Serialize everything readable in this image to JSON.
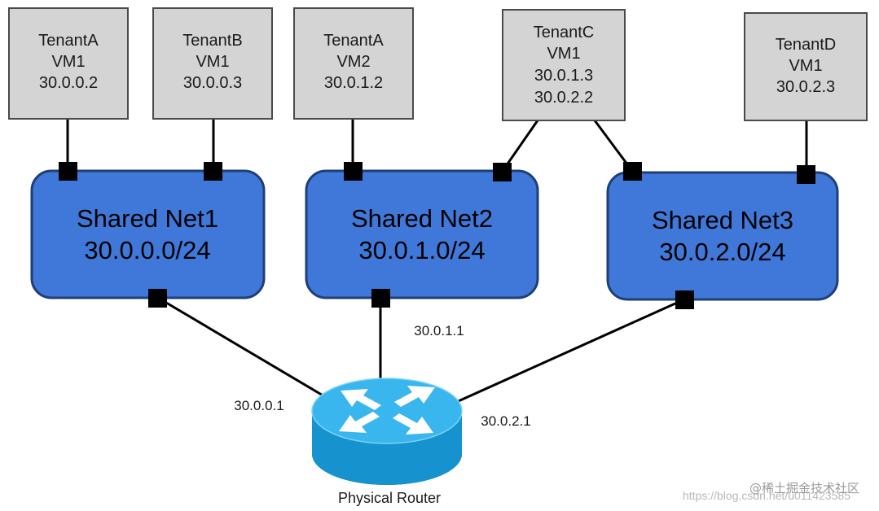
{
  "colors": {
    "vm_fill": "#d4d4d4",
    "vm_stroke": "#4a4a4a",
    "net_fill": "#3f78d8",
    "net_stroke": "#1e3f78",
    "router_top": "#3ab6ee",
    "router_side": "#1693cf",
    "port": "#000000",
    "line": "#000000"
  },
  "vms": [
    {
      "lines": [
        "TenantA",
        "VM1",
        "30.0.0.2"
      ]
    },
    {
      "lines": [
        "TenantB",
        "VM1",
        "30.0.0.3"
      ]
    },
    {
      "lines": [
        "TenantA",
        "VM2",
        "30.0.1.2"
      ]
    },
    {
      "lines": [
        "TenantC",
        "VM1",
        "30.0.1.3",
        "30.0.2.2"
      ]
    },
    {
      "lines": [
        "TenantD",
        "VM1",
        "30.0.2.3"
      ]
    }
  ],
  "networks": [
    {
      "name": "Shared Net1",
      "cidr": "30.0.0.0/24"
    },
    {
      "name": "Shared Net2",
      "cidr": "30.0.1.0/24"
    },
    {
      "name": "Shared Net3",
      "cidr": "30.0.2.0/24"
    }
  ],
  "router": {
    "label": "Physical Router",
    "icon": "router-icon",
    "interfaces": [
      "30.0.0.1",
      "30.0.1.1",
      "30.0.2.1"
    ]
  },
  "watermark": {
    "url": "https://blog.csdn.net/u011423585",
    "brand": "@稀土掘金技术社区"
  }
}
